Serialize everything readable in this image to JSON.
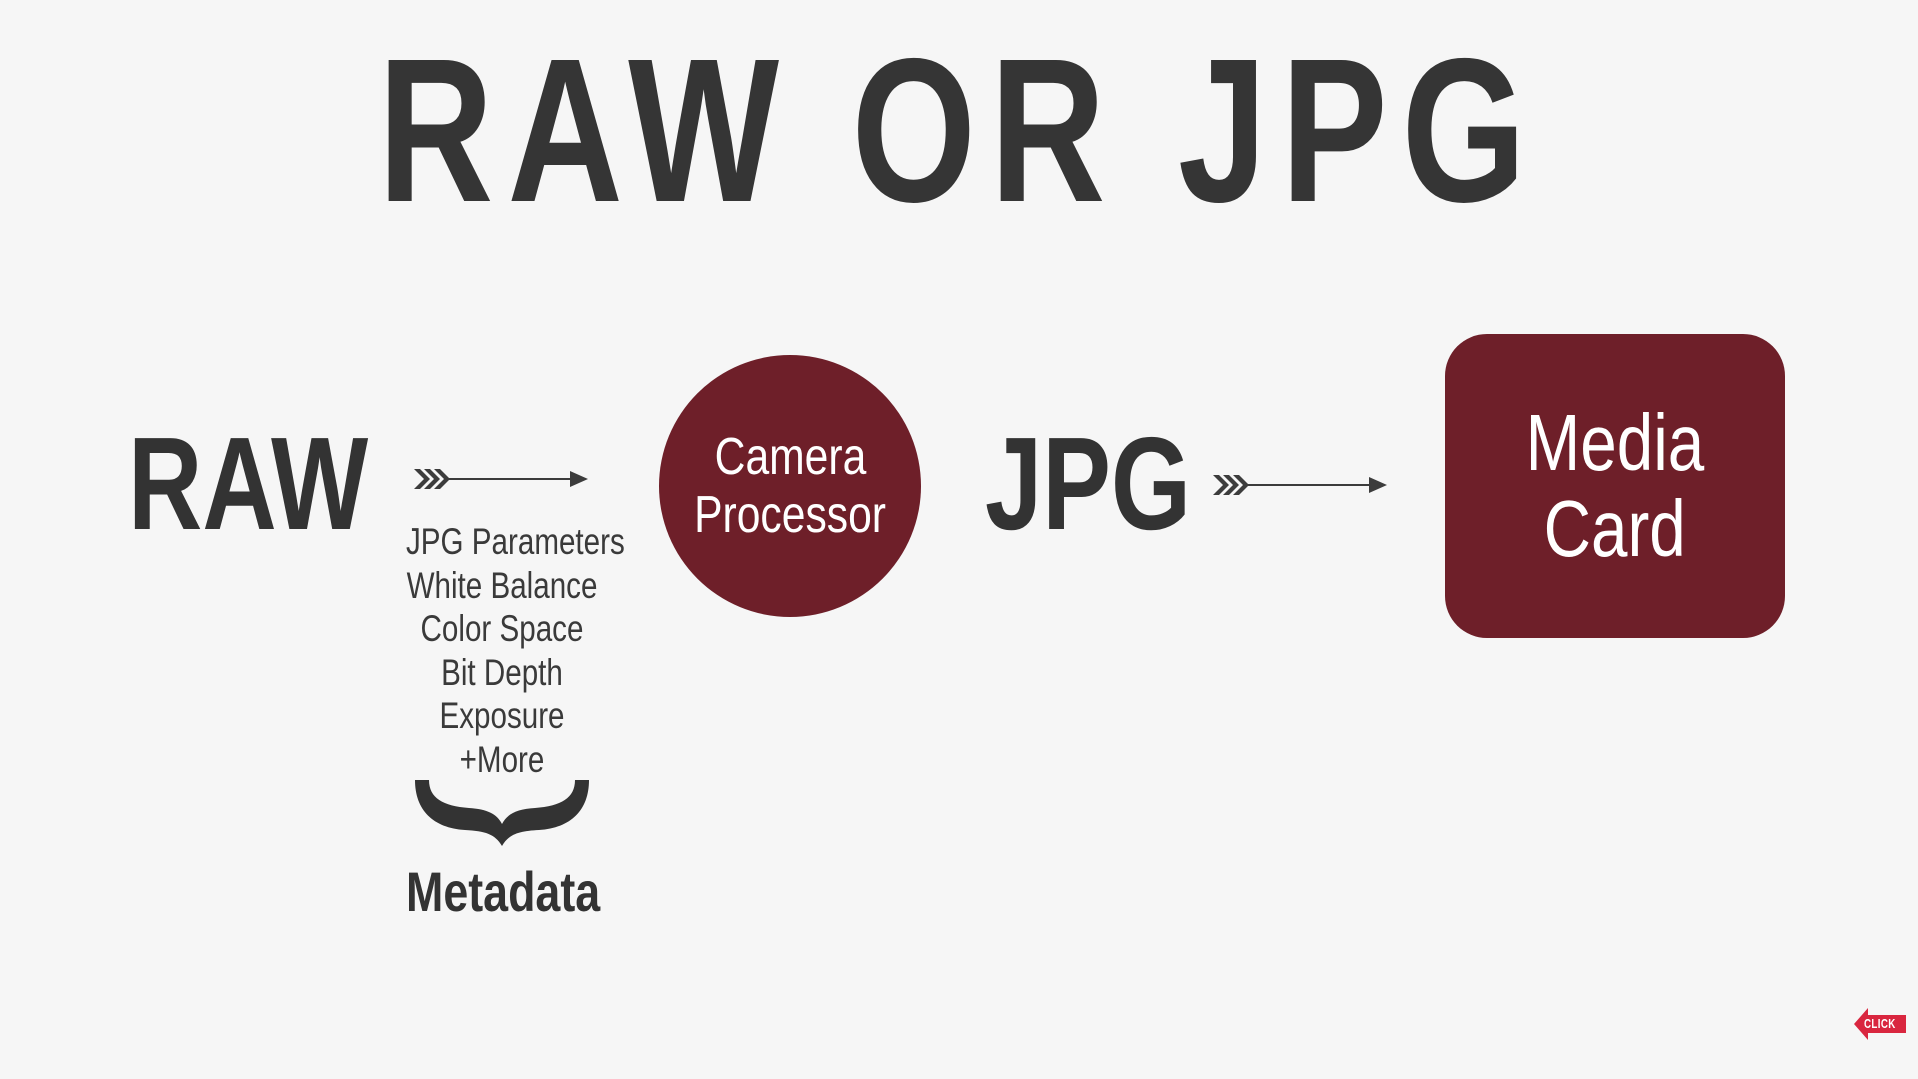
{
  "title": "RAW OR JPG",
  "left_label": "RAW",
  "parameters": [
    "JPG Parameters",
    "White Balance",
    "Color Space",
    "Bit Depth",
    "Exposure",
    "+More"
  ],
  "metadata_label": "Metadata",
  "processor": {
    "line1": "Camera",
    "line2": "Processor"
  },
  "middle_label": "JPG",
  "media_card": {
    "line1": "Media",
    "line2": "Card"
  },
  "click_badge": "CLICK",
  "colors": {
    "accent": "#6e1f29",
    "text": "#343434",
    "background": "#f6f6f6",
    "badge": "#d9263f"
  }
}
